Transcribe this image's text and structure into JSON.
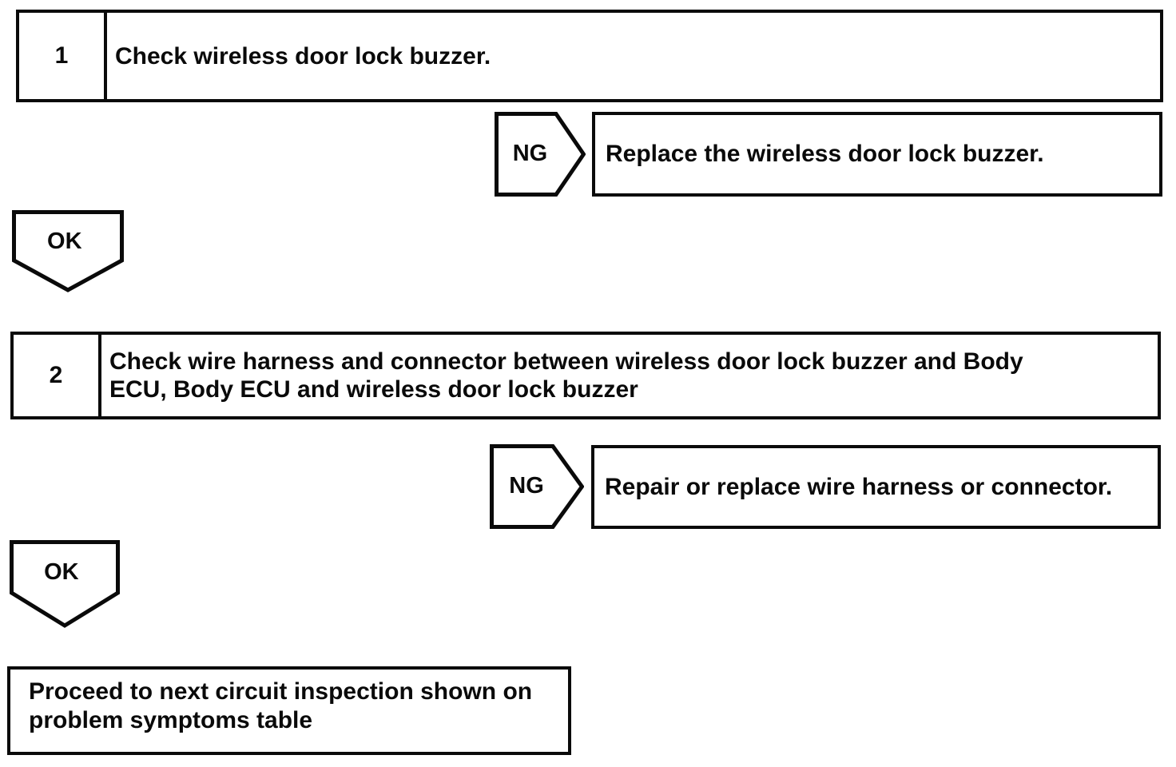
{
  "flowchart": {
    "steps": [
      {
        "number": "1",
        "title_lines": [
          "Check wireless door lock buzzer."
        ],
        "ng": {
          "label": "NG",
          "action": "Replace the wireless door lock buzzer."
        },
        "ok": {
          "label": "OK"
        }
      },
      {
        "number": "2",
        "title_lines": [
          "Check wire harness and connector between wireless door lock buzzer and Body",
          "ECU, Body ECU and wireless door lock buzzer"
        ],
        "ng": {
          "label": "NG",
          "action": "Repair or replace wire harness or connector."
        },
        "ok": {
          "label": "OK"
        }
      }
    ],
    "end_box_lines": [
      "Proceed to next circuit inspection shown on",
      "problem symptoms table"
    ]
  },
  "colors": {
    "ink": "#0a0a0a",
    "paper": "#ffffff"
  }
}
